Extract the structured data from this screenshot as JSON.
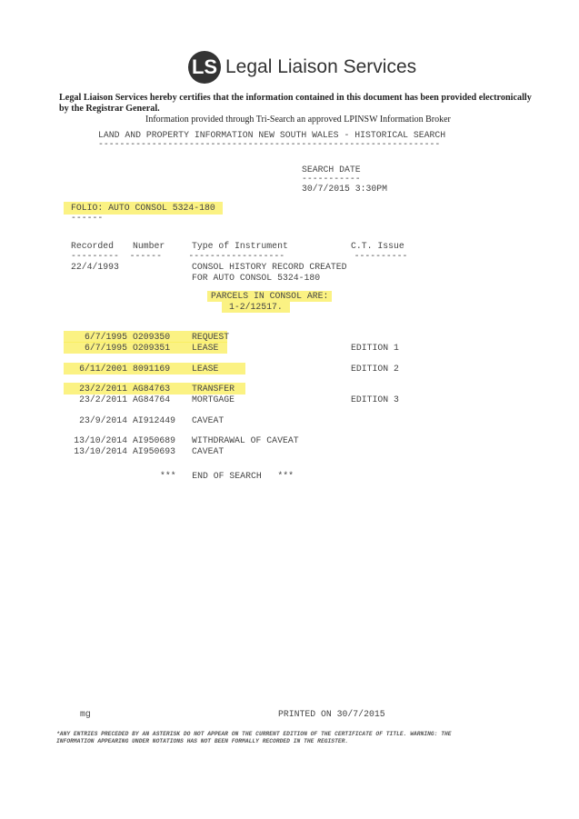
{
  "brand": {
    "logo_letters": "LS",
    "name": "Legal Liaison Services"
  },
  "certification": "Legal Liaison Services hereby certifies that the information contained in this document has been provided electronically by the Registrar General.",
  "info_line": "Information provided through Tri-Search an approved LPINSW Information Broker",
  "title": "LAND AND PROPERTY INFORMATION NEW SOUTH WALES - HISTORICAL SEARCH",
  "search_date": {
    "label": "SEARCH DATE",
    "value": "30/7/2015 3:30PM"
  },
  "folio": "FOLIO: AUTO CONSOL 5324-180",
  "headers": {
    "recorded": "Recorded",
    "number": "Number",
    "type": "Type of Instrument",
    "ct_issue": "C.T. Issue"
  },
  "first_entry": {
    "date": "22/4/1993",
    "line1": "CONSOL HISTORY RECORD CREATED",
    "line2": "FOR AUTO CONSOL 5324-180"
  },
  "parcels": {
    "label": "PARCELS IN CONSOL ARE:",
    "value": "1-2/12517."
  },
  "rows": [
    {
      "date": "6/7/1995",
      "number": "O209350",
      "type": "REQUEST",
      "issue": ""
    },
    {
      "date": "6/7/1995",
      "number": "O209351",
      "type": "LEASE",
      "issue": "EDITION 1"
    },
    {
      "date": "6/11/2001",
      "number": "8091169",
      "type": "LEASE",
      "issue": "EDITION 2"
    },
    {
      "date": "23/2/2011",
      "number": "AG84763",
      "type": "TRANSFER",
      "issue": ""
    },
    {
      "date": "23/2/2011",
      "number": "AG84764",
      "type": "MORTGAGE",
      "issue": "EDITION 3"
    },
    {
      "date": "23/9/2014",
      "number": "AI912449",
      "type": "CAVEAT",
      "issue": ""
    },
    {
      "date": "13/10/2014",
      "number": "AI950689",
      "type": "WITHDRAWAL OF CAVEAT",
      "issue": ""
    },
    {
      "date": "13/10/2014",
      "number": "AI950693",
      "type": "CAVEAT",
      "issue": ""
    }
  ],
  "end": "***   END OF SEARCH   ***",
  "footer": {
    "initials": "mg",
    "printed": "PRINTED ON 30/7/2015",
    "note1": "*ANY ENTRIES PRECEDED BY AN ASTERISK DO NOT APPEAR ON THE CURRENT EDITION OF THE CERTIFICATE OF TITLE. WARNING: THE",
    "note2": "INFORMATION APPEARING UNDER NOTATIONS HAS NOT BEEN FORMALLY RECORDED IN THE REGISTER."
  }
}
